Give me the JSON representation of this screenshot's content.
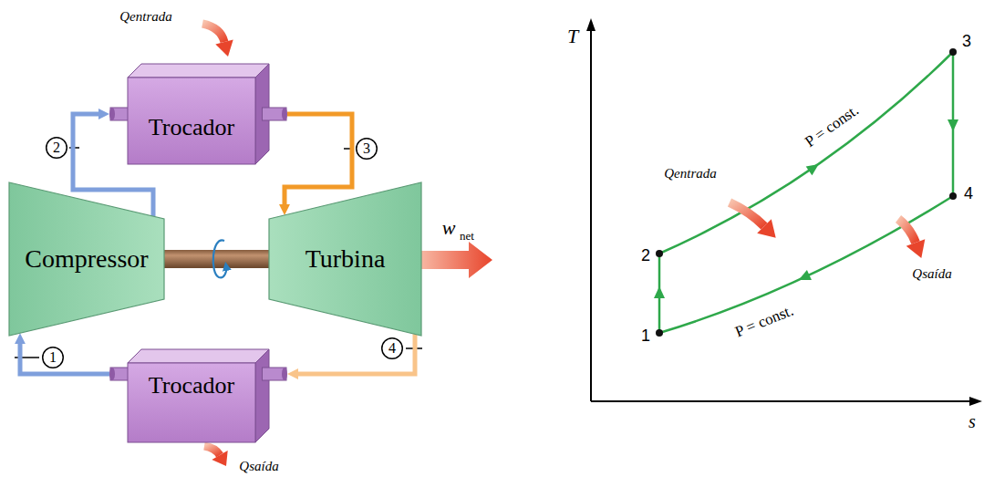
{
  "diagram": {
    "nodes": [
      {
        "text": [
          "Trocador"
        ]
      },
      {
        "text": [
          "2"
        ]
      },
      {
        "text": [
          "3"
        ]
      },
      {
        "text": [
          "Compressor"
        ]
      },
      {
        "text": [
          "Turbina"
        ]
      },
      {
        "text": [
          "1"
        ]
      },
      {
        "text": [
          "Trocador"
        ]
      },
      {
        "text": [
          "4"
        ]
      }
    ],
    "edges": [
      {
        "from": 3,
        "to": 0,
        "arrow": "to"
      },
      {
        "from": 0,
        "to": 4,
        "arrow": "to"
      },
      {
        "from": 4,
        "to": 6,
        "arrow": "to"
      },
      {
        "from": 6,
        "to": 3,
        "arrow": "to"
      },
      {
        "from": 3,
        "to": 4,
        "arrow": "none"
      }
    ],
    "labels": [
      "Qentrada",
      "w",
      "net",
      "Qsaída",
      "T",
      "s",
      "1",
      "2",
      "3",
      "4",
      "P = const.",
      "P = const.",
      "Qentrada",
      "Qsaída"
    ]
  }
}
